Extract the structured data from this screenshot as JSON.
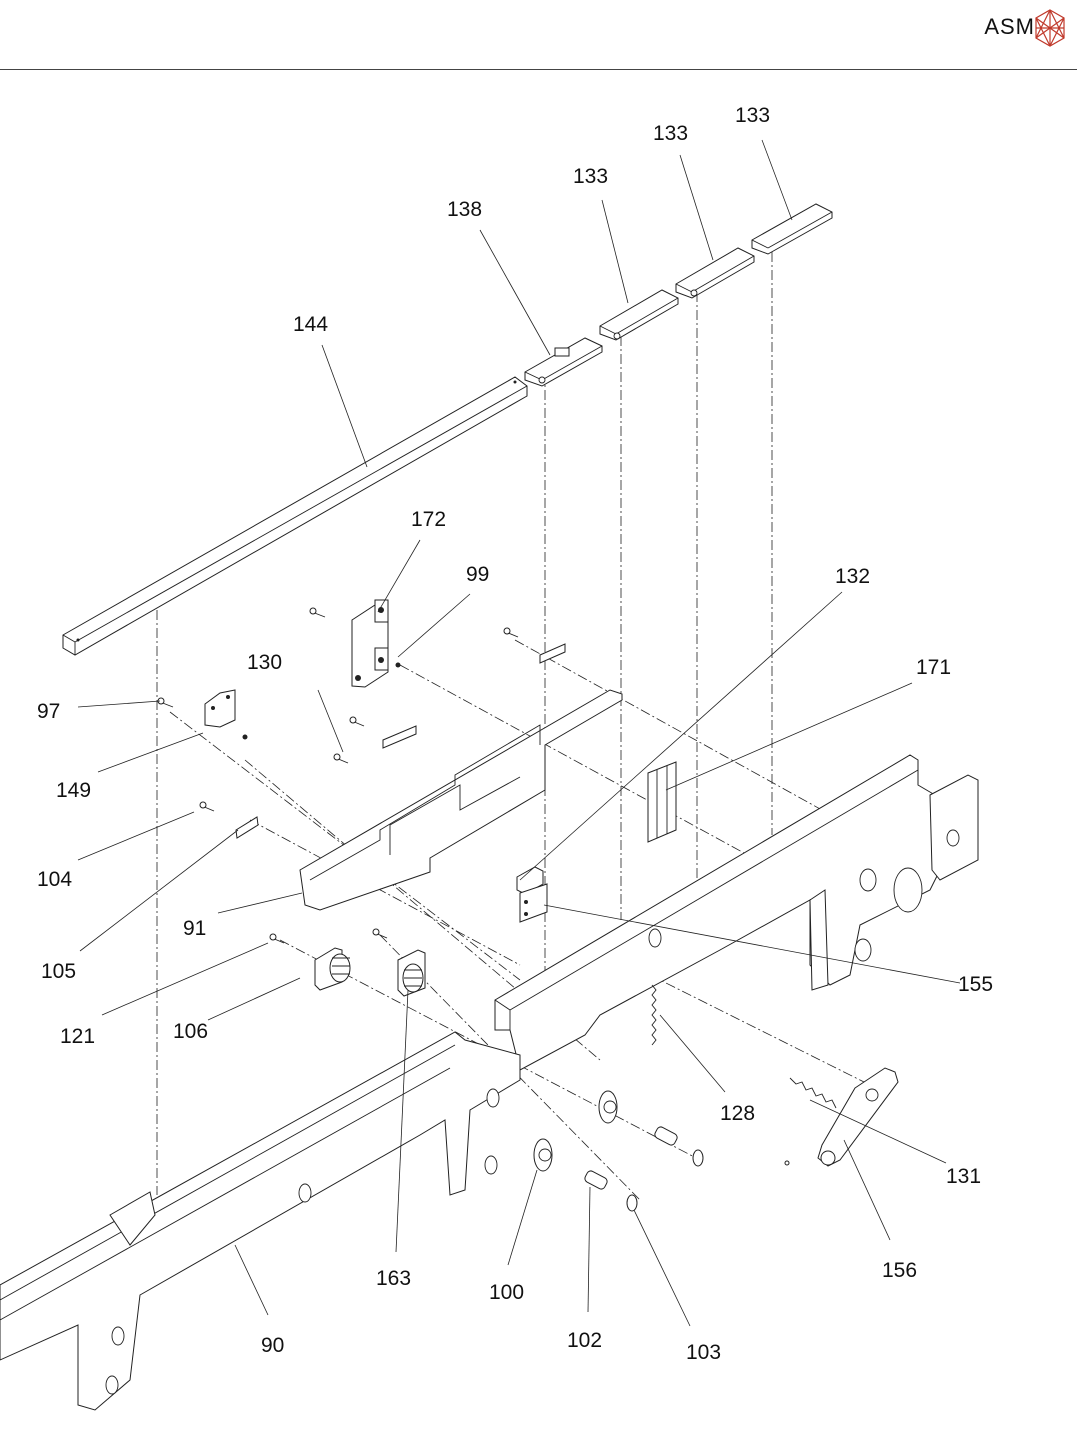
{
  "header": {
    "brand": "ASM",
    "logo_icon": "asm-polyhedron-logo-icon",
    "logo_color": "#c0392b"
  },
  "diagram": {
    "type": "exploded-parts-view",
    "callouts": [
      {
        "id": "c133a",
        "label": "133"
      },
      {
        "id": "c133b",
        "label": "133"
      },
      {
        "id": "c133c",
        "label": "133"
      },
      {
        "id": "c138",
        "label": "138"
      },
      {
        "id": "c144",
        "label": "144"
      },
      {
        "id": "c172",
        "label": "172"
      },
      {
        "id": "c99",
        "label": "99"
      },
      {
        "id": "c132",
        "label": "132"
      },
      {
        "id": "c171",
        "label": "171"
      },
      {
        "id": "c130",
        "label": "130"
      },
      {
        "id": "c97",
        "label": "97"
      },
      {
        "id": "c149",
        "label": "149"
      },
      {
        "id": "c104",
        "label": "104"
      },
      {
        "id": "c91",
        "label": "91"
      },
      {
        "id": "c105",
        "label": "105"
      },
      {
        "id": "c155",
        "label": "155"
      },
      {
        "id": "c121",
        "label": "121"
      },
      {
        "id": "c106",
        "label": "106"
      },
      {
        "id": "c128",
        "label": "128"
      },
      {
        "id": "c131",
        "label": "131"
      },
      {
        "id": "c163",
        "label": "163"
      },
      {
        "id": "c100",
        "label": "100"
      },
      {
        "id": "c102",
        "label": "102"
      },
      {
        "id": "c103",
        "label": "103"
      },
      {
        "id": "c156",
        "label": "156"
      },
      {
        "id": "c90",
        "label": "90"
      }
    ]
  }
}
